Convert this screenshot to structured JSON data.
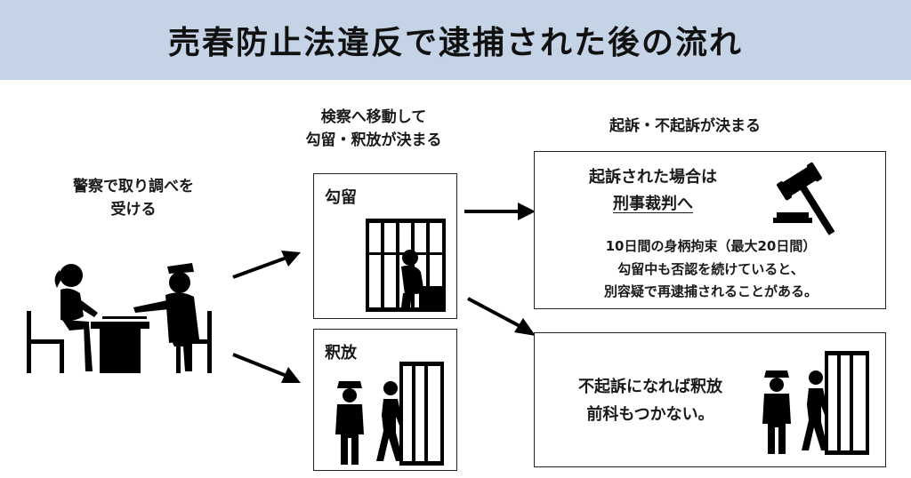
{
  "title": "売春防止法違反で逮捕された後の流れ",
  "step1": {
    "line1": "警察で取り調べを",
    "line2": "受ける"
  },
  "step2": {
    "line1": "検察へ移動して",
    "line2": "勾留・釈放が決まる"
  },
  "step3": {
    "heading": "起訴・不起訴が決まる"
  },
  "detention_box": {
    "label": "勾留"
  },
  "release_box": {
    "label": "釈放"
  },
  "indicted_box": {
    "heading_line1": "起訴された場合は",
    "heading_line2": "刑事裁判へ",
    "detail_line1": "10日間の身柄拘束（最大20日間）",
    "detail_line2": "勾留中も否認を続けていると、",
    "detail_line3": "別容疑で再逮捕されることがある。"
  },
  "not_indicted_box": {
    "line1": "不起訴になれば釈放",
    "line2": "前科もつかない。"
  },
  "icons": [
    "interrogation-icon",
    "jail-cell-icon",
    "police-officer-icon",
    "person-leaving-jail-icon",
    "gavel-icon",
    "arrow-icon"
  ]
}
